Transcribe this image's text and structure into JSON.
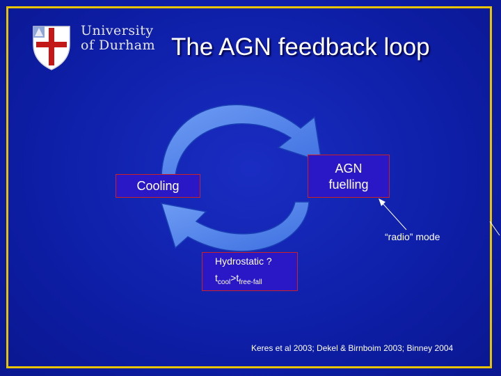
{
  "logo": {
    "line1": "University",
    "line2": "of Durham"
  },
  "title": "The AGN feedback loop",
  "cycle": {
    "left_box": "Cooling",
    "right_box_line1": "AGN",
    "right_box_line2": "fuelling"
  },
  "annotation": "“radio” mode",
  "condition": {
    "line1": "Hydrostatic ?",
    "t": "t",
    "cool_sub": "cool",
    "gt": ">t",
    "freefall_sub": "free-fall"
  },
  "citation": "Keres et al 2003; Dekel & Birnboim 2003; Binney 2004",
  "colors": {
    "background": "#0e1fa8",
    "frame": "#e8c400",
    "arrow": "#4a7be6",
    "box_border": "#cc2222"
  }
}
